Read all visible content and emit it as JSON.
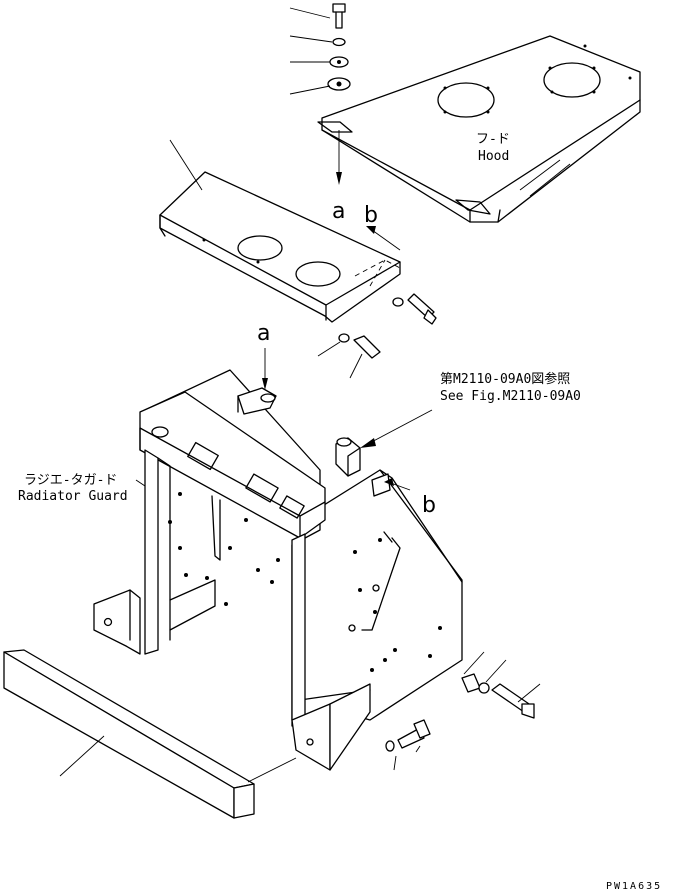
{
  "labels": {
    "hood_jp": "フ-ド",
    "hood_en": "Hood",
    "radiator_jp": "ラジエ-タガ-ド",
    "radiator_en": "Radiator Guard",
    "ref_jp": "第M2110-09A0図参照",
    "ref_en": "See Fig.M2110-09A0",
    "marker_a": "a",
    "marker_b": "b",
    "drawing_code": "PW1A635"
  }
}
